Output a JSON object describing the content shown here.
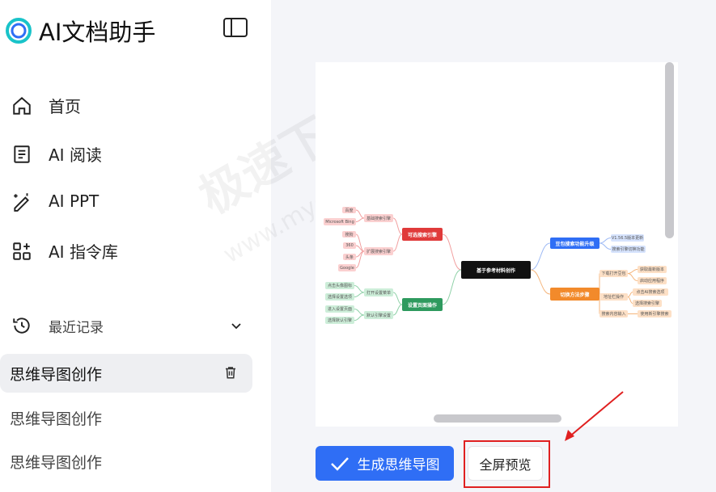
{
  "app": {
    "title": "AI文档助手"
  },
  "nav": [
    {
      "label": "首页",
      "icon": "home-icon"
    },
    {
      "label": "AI 阅读",
      "icon": "reading-icon"
    },
    {
      "label": "AI PPT",
      "icon": "magic-pen-icon"
    },
    {
      "label": "AI 指令库",
      "icon": "grid-icon"
    }
  ],
  "recent": {
    "label": "最近记录",
    "items": [
      "思维导图创作",
      "思维导图创作",
      "思维导图创作"
    ]
  },
  "mindmap": {
    "root": "基于参考材料创作",
    "branches": [
      {
        "label": "可选搜索引擎",
        "color": "#e03a3a",
        "children": [
          {
            "label": "基础搜索引擎",
            "children": [
              "百度",
              "Microsoft Bing"
            ]
          },
          {
            "label": "扩展搜索引擎",
            "children": [
              "搜狗",
              "360",
              "头条",
              "Google"
            ]
          }
        ]
      },
      {
        "label": "设置页面操作",
        "color": "#2e9a5e",
        "children": [
          {
            "label": "打开设置菜单",
            "children": [
              "点击头像图标",
              "选择设置选项"
            ]
          },
          {
            "label": "默认引擎设置",
            "children": [
              "进入设置页面",
              "选择默认引擎"
            ]
          }
        ]
      },
      {
        "label": "豆包搜索功能升级",
        "color": "#2f6ef5",
        "children": [
          {
            "label": "V1.56.5版本更新",
            "children": []
          },
          {
            "label": "搜索引擎切换功能",
            "children": []
          }
        ]
      },
      {
        "label": "切换方法步骤",
        "color": "#f28a2b",
        "children": [
          {
            "label": "下载打开豆包",
            "children": [
              "获取最新版本",
              "启动应用程序"
            ]
          },
          {
            "label": "地址栏操作",
            "children": [
              "点击AI搜索选项",
              "选择搜索引擎"
            ]
          },
          {
            "label": "搜索内容输入",
            "children": [
              "使用新引擎搜索"
            ]
          }
        ]
      }
    ]
  },
  "actions": {
    "generate": "生成思维导图",
    "fullscreen": "全屏预览"
  },
  "watermark": {
    "text": "极速下载站",
    "url": "www.mydown.com"
  },
  "colors": {
    "accent": "#2f6ef5",
    "annotation": "#e02020"
  }
}
